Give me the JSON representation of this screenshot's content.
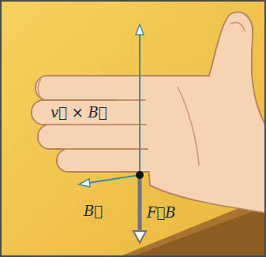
{
  "diagram": {
    "labels": [
      "v⃗ × B⃗",
      "B⃗",
      "F⃗B"
    ]
  }
}
